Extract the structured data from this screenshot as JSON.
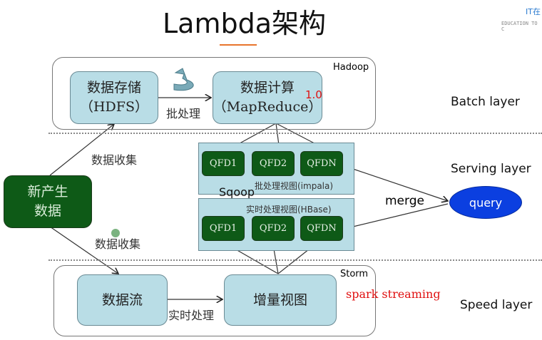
{
  "title": "Lambda架构",
  "brand": {
    "name": "IT在",
    "tagline": "EDUCATION TO C"
  },
  "layers": {
    "batch": "Batch layer",
    "serving": "Serving layer",
    "speed": "Speed layer"
  },
  "hadoop": {
    "label": "Hadoop",
    "storage_line1": "数据存储",
    "storage_line2": "（HDFS）",
    "compute_line1": "数据计算",
    "compute_line2": "（MapReduce）",
    "version": "1.0",
    "batch_label": "批处理"
  },
  "source": {
    "line1": "新产生",
    "line2": "数据",
    "collect1": "数据收集",
    "collect2": "数据收集"
  },
  "serving": {
    "batch_views": [
      "QFD1",
      "QFD2",
      "QFDN"
    ],
    "batch_label": "批处理视图(impala)",
    "sqoop": "Sqoop",
    "realtime_label": "实时处理视图(HBase)",
    "realtime_views": [
      "QFD1",
      "QFD2",
      "QFDN"
    ],
    "merge": "merge",
    "query": "query"
  },
  "storm": {
    "label": "Storm",
    "stream": "数据流",
    "incremental": "增量视图",
    "realtime_label": "实时处理",
    "spark": "spark streaming"
  },
  "colors": {
    "accent": "#e8742c",
    "query": "#0b3fe0",
    "green": "#0e5a17",
    "panel": "#b9dde6",
    "spark": "#e01010"
  }
}
